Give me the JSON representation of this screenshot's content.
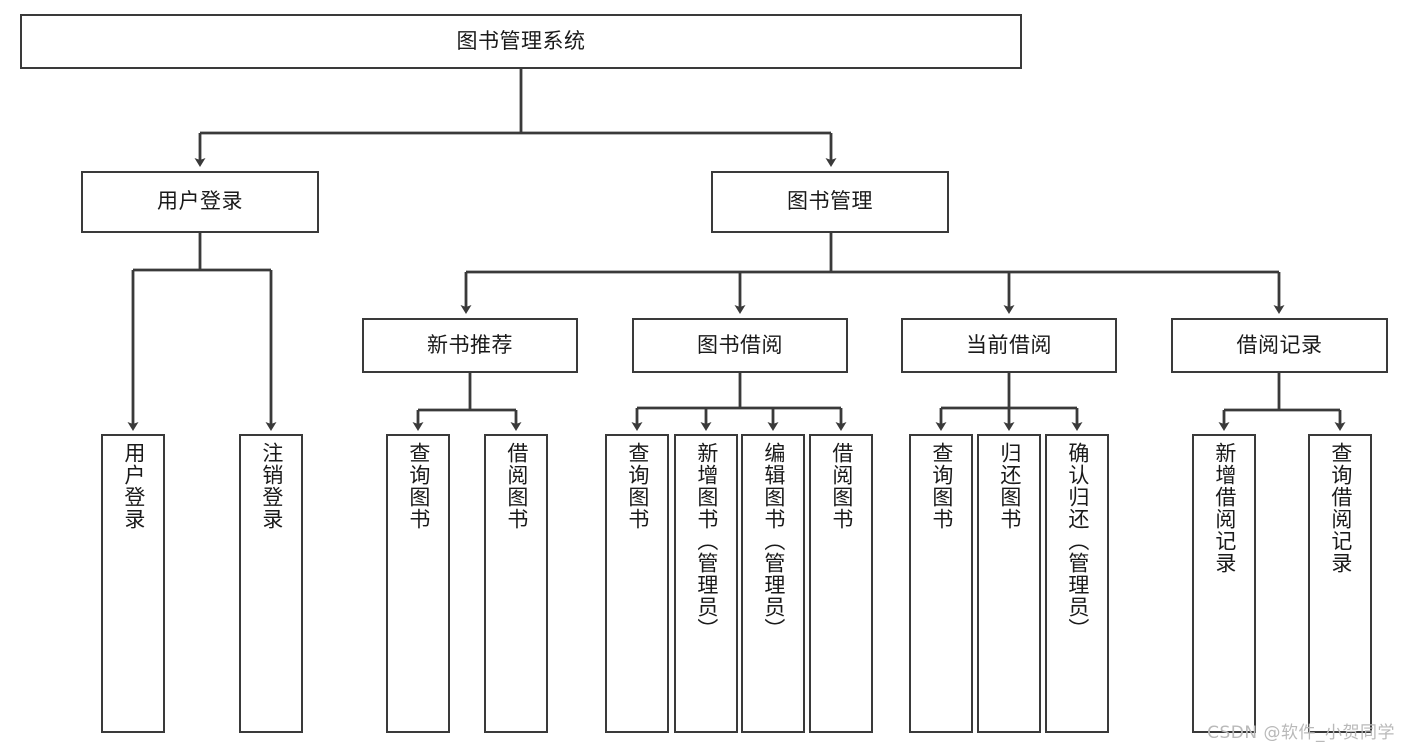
{
  "diagram": {
    "title": "图书管理系统",
    "type": "tree-hierarchy",
    "watermark": "CSDN @软件_小贺同学",
    "colors": {
      "stroke": "#3a3a3a",
      "fill": "#ffffff",
      "text": "#1a1a1a",
      "watermark": "#b9b9b9"
    }
  },
  "nodes": {
    "root": {
      "label": "图书管理系统"
    },
    "level2": [
      {
        "id": "user-login",
        "label": "用户登录"
      },
      {
        "id": "book-manage",
        "label": "图书管理"
      }
    ],
    "level3": [
      {
        "id": "new-book-recommend",
        "label": "新书推荐"
      },
      {
        "id": "book-borrow",
        "label": "图书借阅"
      },
      {
        "id": "current-borrow",
        "label": "当前借阅"
      },
      {
        "id": "borrow-record",
        "label": "借阅记录"
      }
    ],
    "leaves": {
      "user_login": [
        {
          "id": "leaf-user-login",
          "label": "用户登录"
        },
        {
          "id": "leaf-logout",
          "label": "注销登录"
        }
      ],
      "new_book_recommend": [
        {
          "id": "leaf-query-book-1",
          "label": "查询图书"
        },
        {
          "id": "leaf-borrow-book-1",
          "label": "借阅图书"
        }
      ],
      "book_borrow": [
        {
          "id": "leaf-query-book-2",
          "label": "查询图书"
        },
        {
          "id": "leaf-add-book",
          "label": "新增图书（管理员）"
        },
        {
          "id": "leaf-edit-book",
          "label": "编辑图书（管理员）"
        },
        {
          "id": "leaf-borrow-book-2",
          "label": "借阅图书"
        }
      ],
      "current_borrow": [
        {
          "id": "leaf-query-book-3",
          "label": "查询图书"
        },
        {
          "id": "leaf-return-book",
          "label": "归还图书"
        },
        {
          "id": "leaf-confirm-return",
          "label": "确认归还（管理员）"
        }
      ],
      "borrow_record": [
        {
          "id": "leaf-add-record",
          "label": "新增借阅记录"
        },
        {
          "id": "leaf-query-record",
          "label": "查询借阅记录"
        }
      ]
    }
  }
}
